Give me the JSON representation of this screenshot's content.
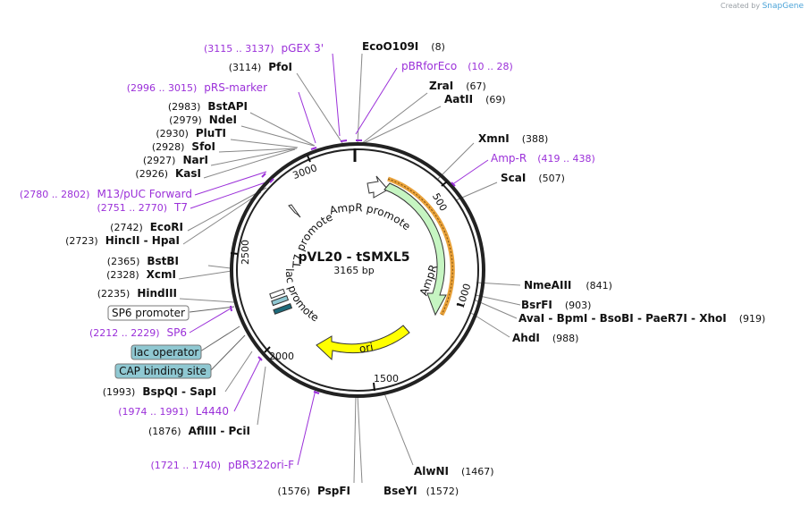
{
  "credit": {
    "prefix": "Created by",
    "brand": "SnapGene"
  },
  "plasmid": {
    "name": "pVL20 - tSMXL5",
    "length_label": "3165 bp"
  },
  "ticks": [
    "500",
    "1000",
    "1500",
    "2000",
    "2500",
    "3000"
  ],
  "enzymes": [
    {
      "name": "EcoO109I",
      "pos": "(8)"
    },
    {
      "name": "PfoI",
      "pos": "(3114)"
    },
    {
      "name": "ZraI",
      "pos": "(67)"
    },
    {
      "name": "AatII",
      "pos": "(69)"
    },
    {
      "name": "BstAPI",
      "pos": "(2983)"
    },
    {
      "name": "NdeI",
      "pos": "(2979)"
    },
    {
      "name": "PluTI",
      "pos": "(2930)"
    },
    {
      "name": "SfoI",
      "pos": "(2928)"
    },
    {
      "name": "NarI",
      "pos": "(2927)"
    },
    {
      "name": "KasI",
      "pos": "(2926)"
    },
    {
      "name": "XmnI",
      "pos": "(388)"
    },
    {
      "name": "ScaI",
      "pos": "(507)"
    },
    {
      "name": "EcoRI",
      "pos": "(2742)"
    },
    {
      "name": "HincII  -  HpaI",
      "pos": "(2723)"
    },
    {
      "name": "BstBI",
      "pos": "(2365)"
    },
    {
      "name": "XcmI",
      "pos": "(2328)"
    },
    {
      "name": "HindIII",
      "pos": "(2235)"
    },
    {
      "name": "NmeAIII",
      "pos": "(841)"
    },
    {
      "name": "BsrFI",
      "pos": "(903)"
    },
    {
      "name": "AvaI  -  BpmI  -  BsoBI  -  PaeR7I  -  XhoI",
      "pos": "(919)"
    },
    {
      "name": "AhdI",
      "pos": "(988)"
    },
    {
      "name": "BspQI  -  SapI",
      "pos": "(1993)"
    },
    {
      "name": "AflIII  -  PciI",
      "pos": "(1876)"
    },
    {
      "name": "AlwNI",
      "pos": "(1467)"
    },
    {
      "name": "PspFI",
      "pos": "(1576)"
    },
    {
      "name": "BseYI",
      "pos": "(1572)"
    }
  ],
  "primers": [
    {
      "name": "pGEX 3'",
      "range": "(3115 .. 3137)"
    },
    {
      "name": "pBRforEco",
      "range": "(10 .. 28)"
    },
    {
      "name": "pRS-marker",
      "range": "(2996 .. 3015)"
    },
    {
      "name": "Amp-R",
      "range": "(419 .. 438)"
    },
    {
      "name": "M13/pUC Forward",
      "range": "(2780 .. 2802)"
    },
    {
      "name": "T7",
      "range": "(2751 .. 2770)"
    },
    {
      "name": "SP6",
      "range": "(2212 .. 2229)"
    },
    {
      "name": "L4440",
      "range": "(1974 .. 1991)"
    },
    {
      "name": "pBR322ori-F",
      "range": "(1721 .. 1740)"
    }
  ],
  "boxed_features": [
    {
      "name": "SP6 promoter",
      "color": "#ffffff"
    },
    {
      "name": "lac operator",
      "color": "#8fc8d2"
    },
    {
      "name": "CAP binding site",
      "color": "#8fc8d2"
    }
  ],
  "features": [
    {
      "name": "AmpR promoter"
    },
    {
      "name": "AmpR",
      "color": "#c6f5c2"
    },
    {
      "name": "ori",
      "color": "#ffff00"
    },
    {
      "name": "T7 promoter"
    },
    {
      "name": "lac promoter"
    }
  ],
  "colors": {
    "primer": "#9b30d9",
    "backbone": "#222222",
    "amp_primer_arc": "#e9a23a"
  }
}
